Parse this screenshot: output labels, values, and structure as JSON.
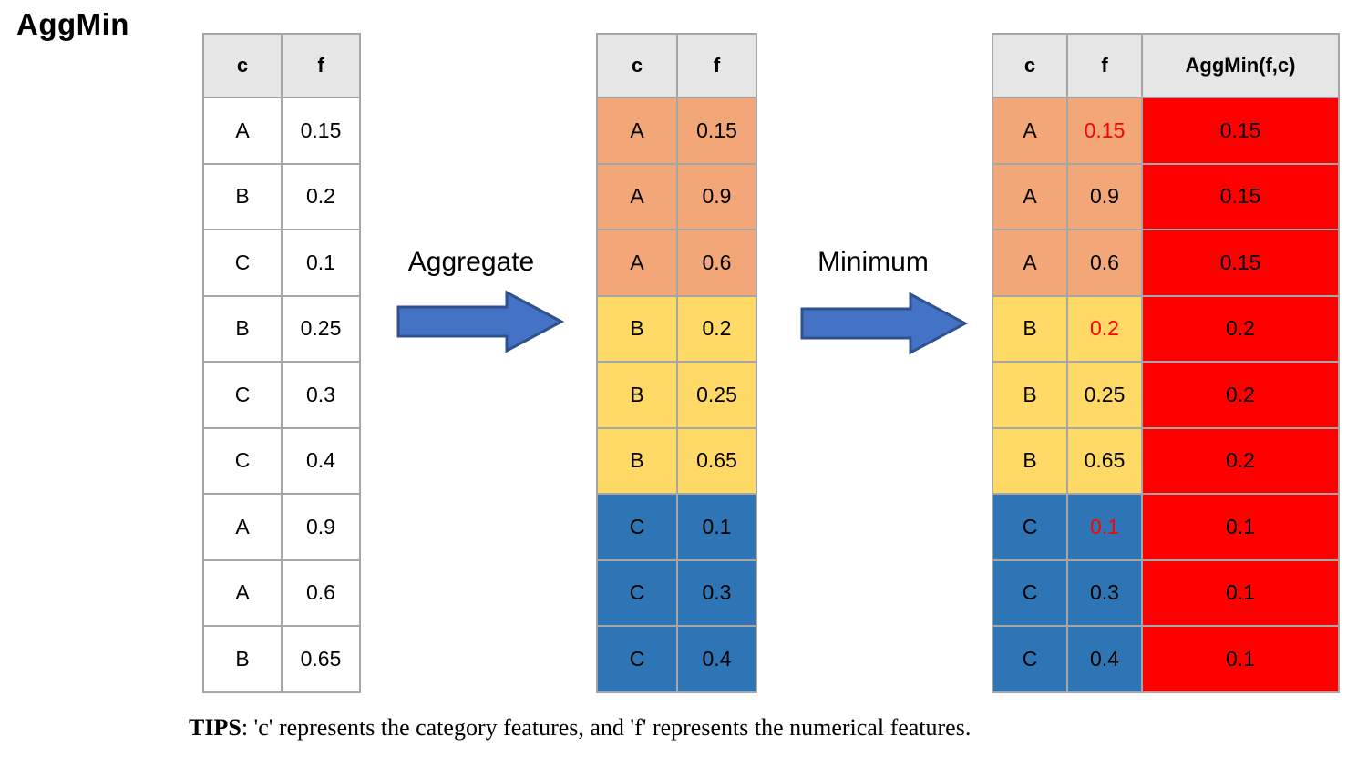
{
  "title": "AggMin",
  "colors": {
    "header-bg": "#E7E6E6",
    "group-a": "#F3A778",
    "group-b": "#FFD966",
    "group-c": "#2E75B6",
    "agg-red": "#FE0000",
    "min-text": "#FF0000",
    "grid": "#A6A6A6",
    "arrow-fill": "#4472C4",
    "arrow-stroke": "#2F528F"
  },
  "arrows": [
    {
      "label": "Aggregate"
    },
    {
      "label": "Minimum"
    }
  ],
  "tables": {
    "input": {
      "headers": [
        "c",
        "f"
      ],
      "rows": [
        {
          "c": "A",
          "f": "0.15"
        },
        {
          "c": "B",
          "f": "0.2"
        },
        {
          "c": "C",
          "f": "0.1"
        },
        {
          "c": "B",
          "f": "0.25"
        },
        {
          "c": "C",
          "f": "0.3"
        },
        {
          "c": "C",
          "f": "0.4"
        },
        {
          "c": "A",
          "f": "0.9"
        },
        {
          "c": "A",
          "f": "0.6"
        },
        {
          "c": "B",
          "f": "0.65"
        }
      ]
    },
    "aggregated": {
      "headers": [
        "c",
        "f"
      ],
      "rows": [
        {
          "c": "A",
          "f": "0.15",
          "group": "A"
        },
        {
          "c": "A",
          "f": "0.9",
          "group": "A"
        },
        {
          "c": "A",
          "f": "0.6",
          "group": "A"
        },
        {
          "c": "B",
          "f": "0.2",
          "group": "B"
        },
        {
          "c": "B",
          "f": "0.25",
          "group": "B"
        },
        {
          "c": "B",
          "f": "0.65",
          "group": "B"
        },
        {
          "c": "C",
          "f": "0.1",
          "group": "C"
        },
        {
          "c": "C",
          "f": "0.3",
          "group": "C"
        },
        {
          "c": "C",
          "f": "0.4",
          "group": "C"
        }
      ]
    },
    "result": {
      "headers": [
        "c",
        "f",
        "AggMin(f,c)"
      ],
      "rows": [
        {
          "c": "A",
          "f": "0.15",
          "agg": "0.15",
          "group": "A",
          "min": true
        },
        {
          "c": "A",
          "f": "0.9",
          "agg": "0.15",
          "group": "A",
          "min": false
        },
        {
          "c": "A",
          "f": "0.6",
          "agg": "0.15",
          "group": "A",
          "min": false
        },
        {
          "c": "B",
          "f": "0.2",
          "agg": "0.2",
          "group": "B",
          "min": true
        },
        {
          "c": "B",
          "f": "0.25",
          "agg": "0.2",
          "group": "B",
          "min": false
        },
        {
          "c": "B",
          "f": "0.65",
          "agg": "0.2",
          "group": "B",
          "min": false
        },
        {
          "c": "C",
          "f": "0.1",
          "agg": "0.1",
          "group": "C",
          "min": true
        },
        {
          "c": "C",
          "f": "0.3",
          "agg": "0.1",
          "group": "C",
          "min": false
        },
        {
          "c": "C",
          "f": "0.4",
          "agg": "0.1",
          "group": "C",
          "min": false
        }
      ]
    }
  },
  "tip": {
    "label": "TIPS",
    "text": ": 'c' represents the category features, and 'f' represents the numerical features."
  }
}
